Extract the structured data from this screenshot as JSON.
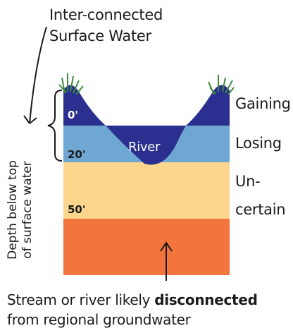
{
  "top_label": [
    "Inter-connected",
    "Surface Water"
  ],
  "layers": [
    {
      "depth": "0'",
      "status": "Gaining",
      "color": "#2b2f8f"
    },
    {
      "depth": "20'",
      "status": "Losing",
      "color": "#6fa7d3"
    },
    {
      "depth": "50'",
      "status_lines": [
        "Un-",
        "certain"
      ],
      "color": "#fbd68c"
    },
    {
      "status": "",
      "color": "#f2753e"
    }
  ],
  "river_label": "River",
  "y_axis_title": [
    "Depth below top",
    "of surface water"
  ],
  "bottom_caption": {
    "before": "Stream or river likely ",
    "bold": "disconnected",
    "line2": "from regional groundwater"
  }
}
